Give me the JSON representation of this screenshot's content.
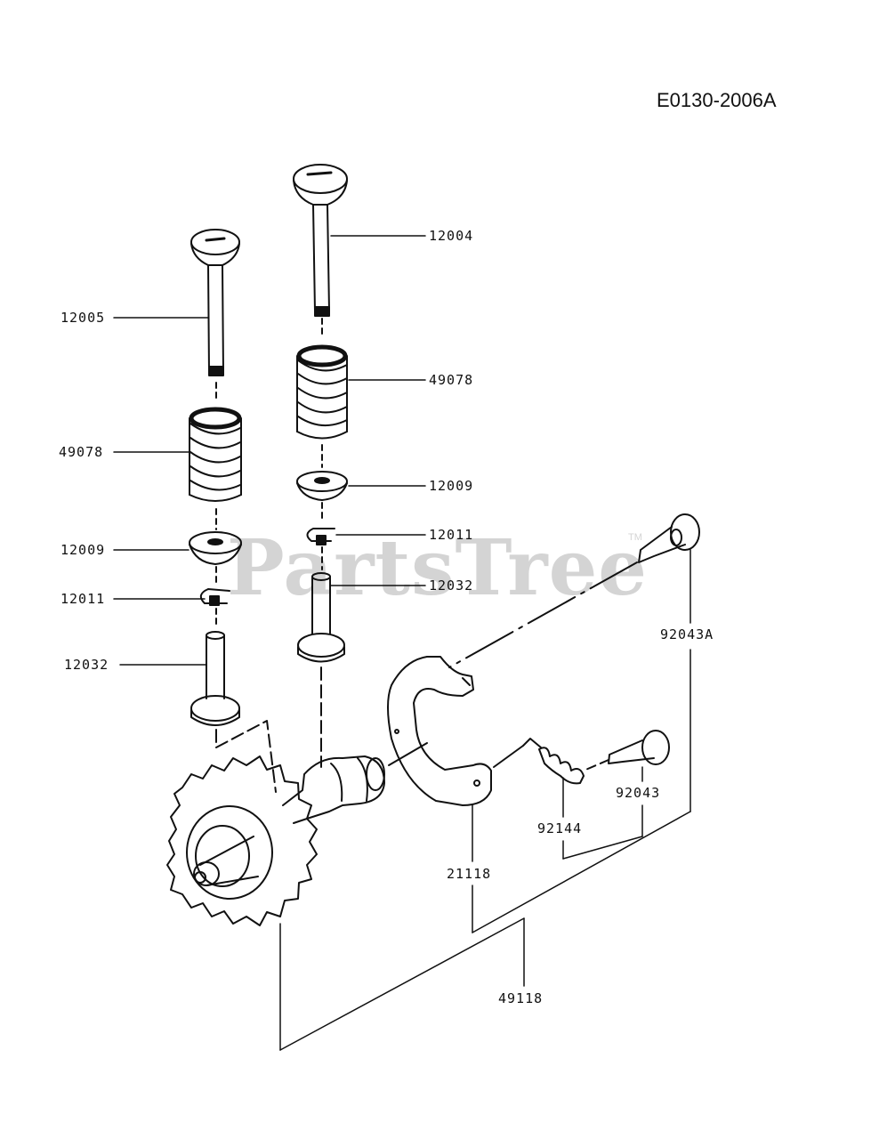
{
  "diagram_id": "E0130-2006A",
  "watermark": {
    "text": "PartsTree",
    "trademark": "TM"
  },
  "part_labels": {
    "p12004": "12004",
    "p12005": "12005",
    "p49078_right": "49078",
    "p49078_left": "49078",
    "p12009_right": "12009",
    "p12009_left": "12009",
    "p12011_right": "12011",
    "p12011_left": "12011",
    "p12032_right": "12032",
    "p12032_left": "12032",
    "p92043A": "92043A",
    "p92043": "92043",
    "p92144": "92144",
    "p21118": "21118",
    "p49118": "49118"
  },
  "colors": {
    "line": "#111111",
    "watermark": "#d4d4d4",
    "background": "#ffffff"
  }
}
